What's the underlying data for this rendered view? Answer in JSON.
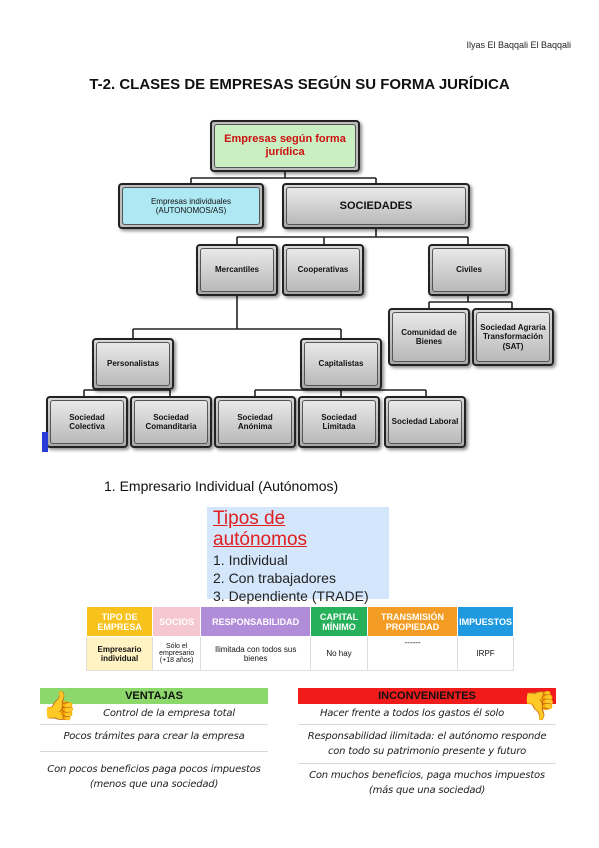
{
  "author": "Ilyas El Baqqali El Baqqali",
  "title": "T-2. CLASES DE EMPRESAS SEGÚN SU FORMA JURÍDICA",
  "chart": {
    "root": "Empresas según forma jurídica",
    "individual": "Empresas individuales (AUTONOMOS/AS)",
    "sociedades": "SOCIEDADES",
    "mercantiles": "Mercantiles",
    "cooperativas": "Cooperativas",
    "civiles": "Civiles",
    "comunidad": "Comunidad de Bienes",
    "sat": "Sociedad Agraria Transformación (SAT)",
    "personalistas": "Personalistas",
    "capitalistas": "Capitalistas",
    "colectiva": "Sociedad Colectiva",
    "comanditaria": "Sociedad Comanditaria",
    "anonima": "Sociedad Anónima",
    "limitada": "Sociedad Limitada",
    "laboral": "Sociedad Laboral"
  },
  "section_title": "1. Empresario Individual (Autónomos)",
  "tipos": {
    "heading": "Tipos de autónomos",
    "items": [
      "1. Individual",
      "2. Con trabajadores",
      "3. Dependiente (TRADE)"
    ]
  },
  "table": {
    "headers": [
      "TIPO DE EMPRESA",
      "SOCIOS",
      "RESPONSABILIDAD",
      "CAPITAL MÍNIMO",
      "TRANSMISIÓN PROPIEDAD",
      "IMPUESTOS"
    ],
    "row": [
      "Empresario individual",
      "Sólo el empresario (+18 años)",
      "Ilimitada con todos sus bienes",
      "No hay",
      "------",
      "IRPF"
    ],
    "colors": [
      "#f7c21b",
      "#f5c7cf",
      "#b08cd9",
      "#27b05a",
      "#f39c24",
      "#1f9ae0"
    ]
  },
  "ventajas": {
    "heading": "VENTAJAS",
    "items": [
      "Control de la empresa total",
      "Pocos trámites para crear la empresa",
      "Con pocos beneficios paga pocos impuestos (menos que una sociedad)"
    ]
  },
  "inconvenientes": {
    "heading": "INCONVENIENTES",
    "items": [
      "Hacer frente a todos los gastos él solo",
      "Responsabilidad ilimitada: el autónomo responde con todo su patrimonio presente y futuro",
      "Con muchos beneficios, paga muchos impuestos (más que una sociedad)"
    ]
  },
  "icons": {
    "thumb_up": "thumbs-up-icon",
    "thumb_down": "thumbs-down-icon"
  }
}
